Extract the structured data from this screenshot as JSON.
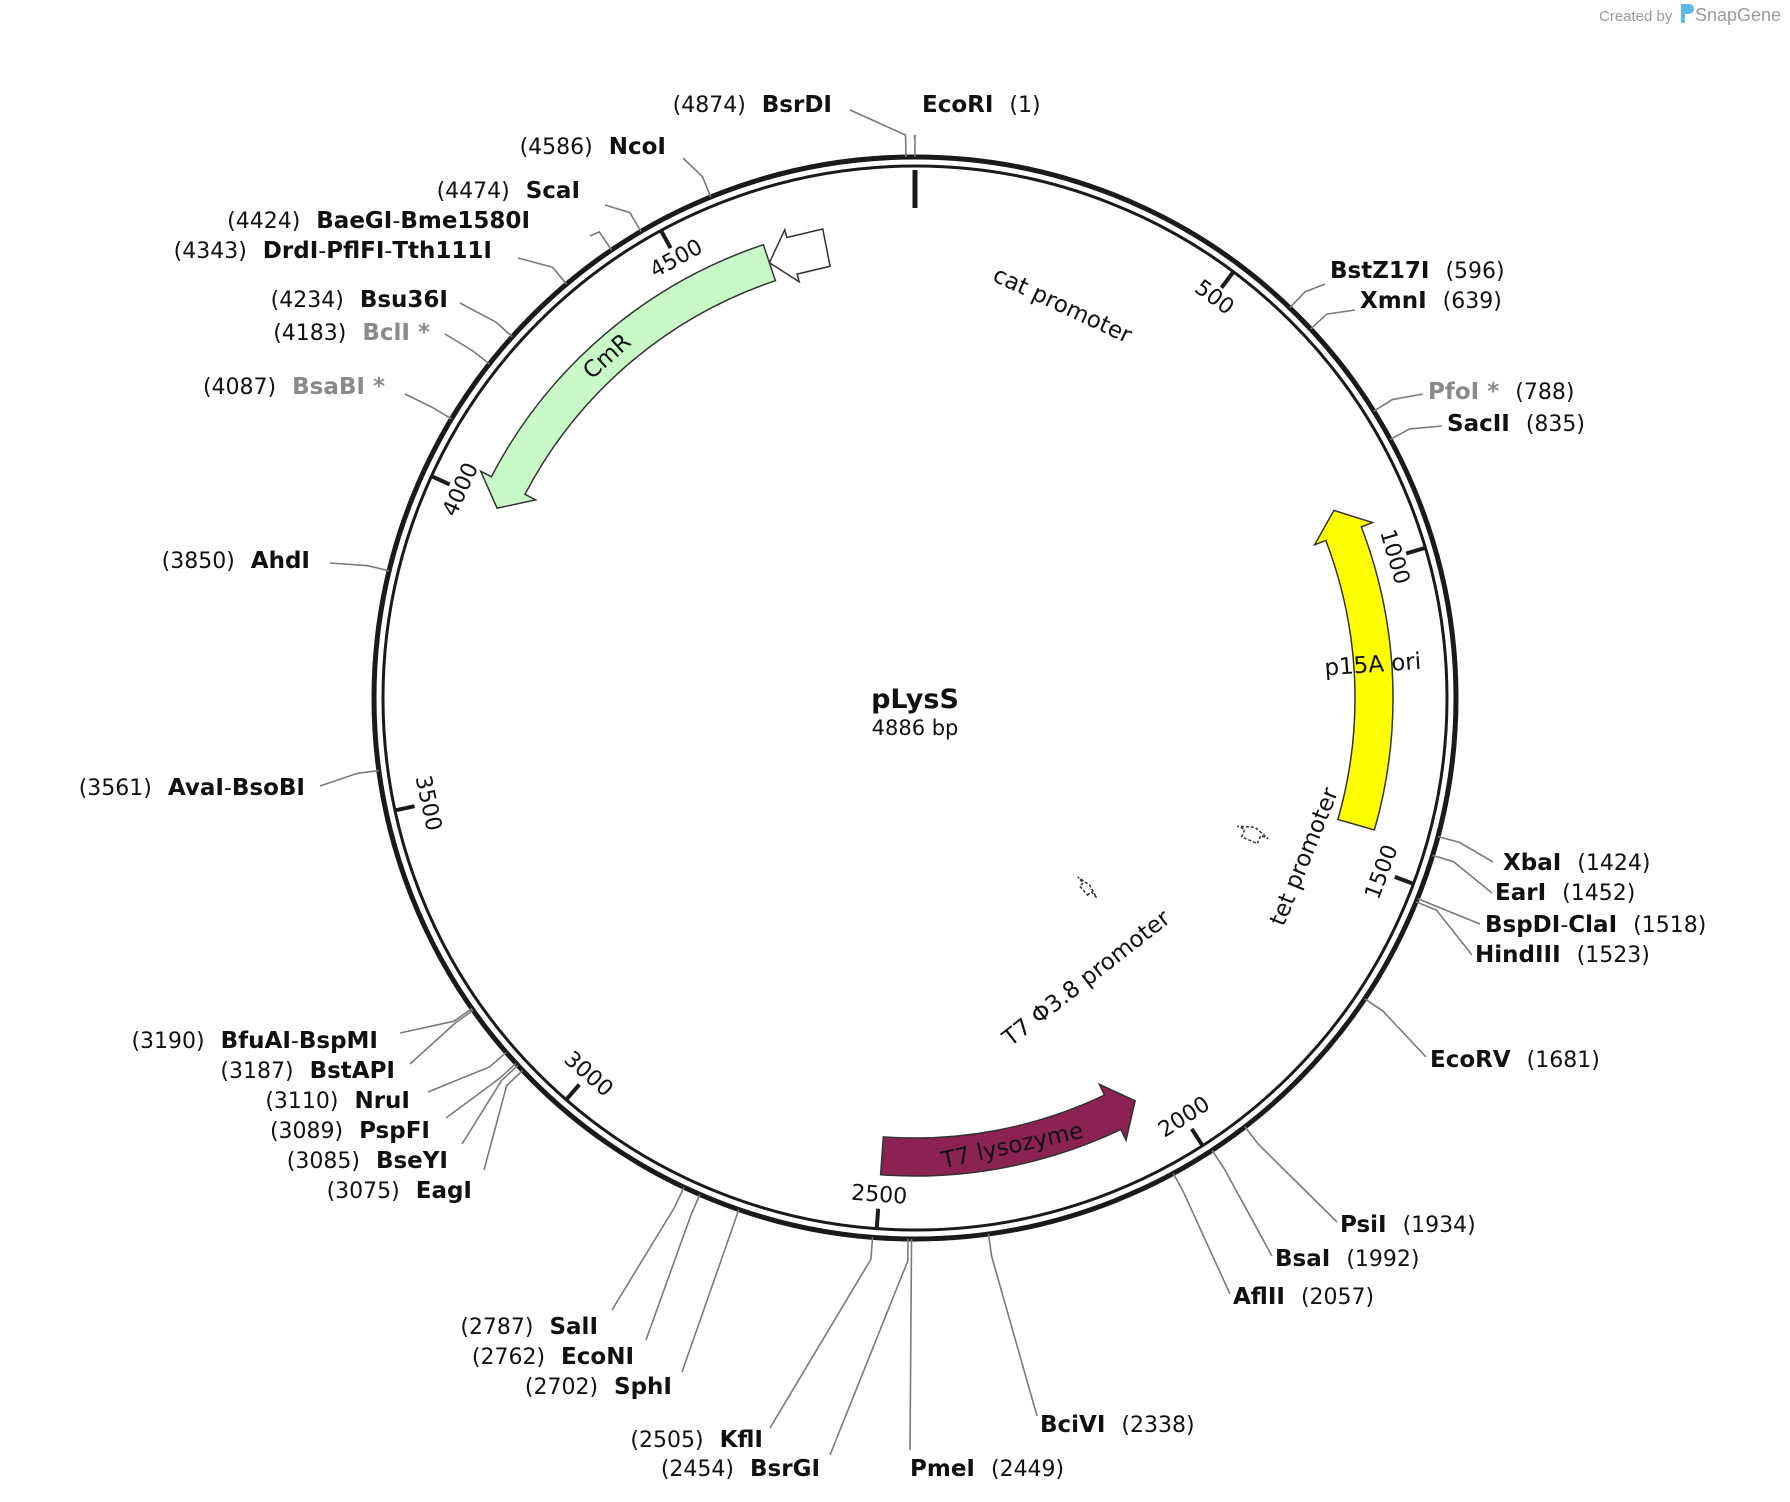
{
  "credit": {
    "created_by": "Created by",
    "brand": "SnapGene"
  },
  "plasmid": {
    "name": "pLysS",
    "length_label": "4886 bp",
    "length_bp": 4886
  },
  "ticks": [
    {
      "bp": 500,
      "label": "500"
    },
    {
      "bp": 1000,
      "label": "1000"
    },
    {
      "bp": 1500,
      "label": "1500"
    },
    {
      "bp": 2000,
      "label": "2000"
    },
    {
      "bp": 2500,
      "label": "2500"
    },
    {
      "bp": 3000,
      "label": "3000"
    },
    {
      "bp": 3500,
      "label": "3500"
    },
    {
      "bp": 4000,
      "label": "4000"
    },
    {
      "bp": 4500,
      "label": "4500"
    }
  ],
  "features": [
    {
      "name": "CmR",
      "start": 3997,
      "end": 4636,
      "color": "#c8f7c8",
      "text_color": "#111111",
      "direction": "reverse"
    },
    {
      "name": "p15A ori",
      "start": 895,
      "end": 1440,
      "color": "#ffff00",
      "text_color": "#111111",
      "direction": "reverse"
    },
    {
      "name": "T7 lysozyme",
      "start": 2055,
      "end": 2500,
      "color": "#8b2252",
      "text_color": "#ffffff",
      "direction": "reverse"
    },
    {
      "name": "cat promoter",
      "start": 4636,
      "end": 4736,
      "color": "#ffffff",
      "text_color": "#111111",
      "direction": "reverse"
    },
    {
      "name": "tet promoter",
      "start": 1505,
      "end": 1535,
      "color": "#ffffff",
      "text_color": "#111111",
      "direction": "reverse"
    },
    {
      "name": "T7 Φ3.8 promoter",
      "start": 1860,
      "end": 1885,
      "color": "#ffffff",
      "text_color": "#111111",
      "direction": "reverse"
    }
  ],
  "sites": [
    {
      "names": [
        "EcoRI"
      ],
      "pos": "(1)",
      "bp": [
        1
      ]
    },
    {
      "names": [
        "BstZ17I"
      ],
      "pos": "(596)",
      "bp": [
        596
      ]
    },
    {
      "names": [
        "XmnI"
      ],
      "pos": "(639)",
      "bp": [
        639
      ]
    },
    {
      "names": [
        "PfoI *"
      ],
      "pos": "(788)",
      "bp": [
        788
      ],
      "dim": true
    },
    {
      "names": [
        "SacII"
      ],
      "pos": "(835)",
      "bp": [
        835
      ]
    },
    {
      "names": [
        "XbaI"
      ],
      "pos": "(1424)",
      "bp": [
        1424
      ]
    },
    {
      "names": [
        "EarI"
      ],
      "pos": "(1452)",
      "bp": [
        1452
      ]
    },
    {
      "names": [
        "BspDI",
        "ClaI"
      ],
      "pos": "(1518)",
      "bp": [
        1518
      ]
    },
    {
      "names": [
        "HindIII"
      ],
      "pos": "(1523)",
      "bp": [
        1523
      ]
    },
    {
      "names": [
        "EcoRV"
      ],
      "pos": "(1681)",
      "bp": [
        1681
      ]
    },
    {
      "names": [
        "PsiI"
      ],
      "pos": "(1934)",
      "bp": [
        1934
      ]
    },
    {
      "names": [
        "BsaI"
      ],
      "pos": "(1992)",
      "bp": [
        1992
      ]
    },
    {
      "names": [
        "AflII"
      ],
      "pos": "(2057)",
      "bp": [
        2057
      ]
    },
    {
      "names": [
        "BciVI"
      ],
      "pos": "(2338)",
      "bp": [
        2338
      ]
    },
    {
      "names": [
        "PmeI"
      ],
      "pos": "(2449)",
      "bp": [
        2449
      ]
    },
    {
      "names": [
        "BsrGI"
      ],
      "pos": "(2454)",
      "bp": [
        2454
      ]
    },
    {
      "names": [
        "KflI"
      ],
      "pos": "(2505)",
      "bp": [
        2505
      ]
    },
    {
      "names": [
        "SphI"
      ],
      "pos": "(2702)",
      "bp": [
        2702
      ]
    },
    {
      "names": [
        "EcoNI"
      ],
      "pos": "(2762)",
      "bp": [
        2762
      ]
    },
    {
      "names": [
        "SalI"
      ],
      "pos": "(2787)",
      "bp": [
        2787
      ]
    },
    {
      "names": [
        "EagI"
      ],
      "pos": "(3075)",
      "bp": [
        3075
      ]
    },
    {
      "names": [
        "BseYI"
      ],
      "pos": "(3085)",
      "bp": [
        3085
      ]
    },
    {
      "names": [
        "PspFI"
      ],
      "pos": "(3089)",
      "bp": [
        3089
      ]
    },
    {
      "names": [
        "NruI"
      ],
      "pos": "(3110)",
      "bp": [
        3110
      ]
    },
    {
      "names": [
        "BstAPI"
      ],
      "pos": "(3187)",
      "bp": [
        3187
      ]
    },
    {
      "names": [
        "BfuAI",
        "BspMI"
      ],
      "pos": "(3190)",
      "bp": [
        3190
      ]
    },
    {
      "names": [
        "AvaI",
        "BsoBI"
      ],
      "pos": "(3561)",
      "bp": [
        3561
      ]
    },
    {
      "names": [
        "AhdI"
      ],
      "pos": "(3850)",
      "bp": [
        3850
      ]
    },
    {
      "names": [
        "BsaBI *"
      ],
      "pos": "(4087)",
      "bp": [
        4087
      ],
      "dim": true
    },
    {
      "names": [
        "BclI *"
      ],
      "pos": "(4183)",
      "bp": [
        4183
      ],
      "dim": true
    },
    {
      "names": [
        "Bsu36I"
      ],
      "pos": "(4234)",
      "bp": [
        4234
      ]
    },
    {
      "names": [
        "DrdI",
        "PflFI",
        "Tth111I"
      ],
      "pos": "(4343)",
      "bp": [
        4343
      ]
    },
    {
      "names": [
        "BaeGI",
        "Bme1580I"
      ],
      "pos": "(4424)",
      "bp": [
        4424
      ]
    },
    {
      "names": [
        "ScaI"
      ],
      "pos": "(4474)",
      "bp": [
        4474
      ]
    },
    {
      "names": [
        "NcoI"
      ],
      "pos": "(4586)",
      "bp": [
        4586
      ]
    },
    {
      "names": [
        "BsrDI"
      ],
      "pos": "(4874)",
      "bp": [
        4874
      ]
    }
  ]
}
